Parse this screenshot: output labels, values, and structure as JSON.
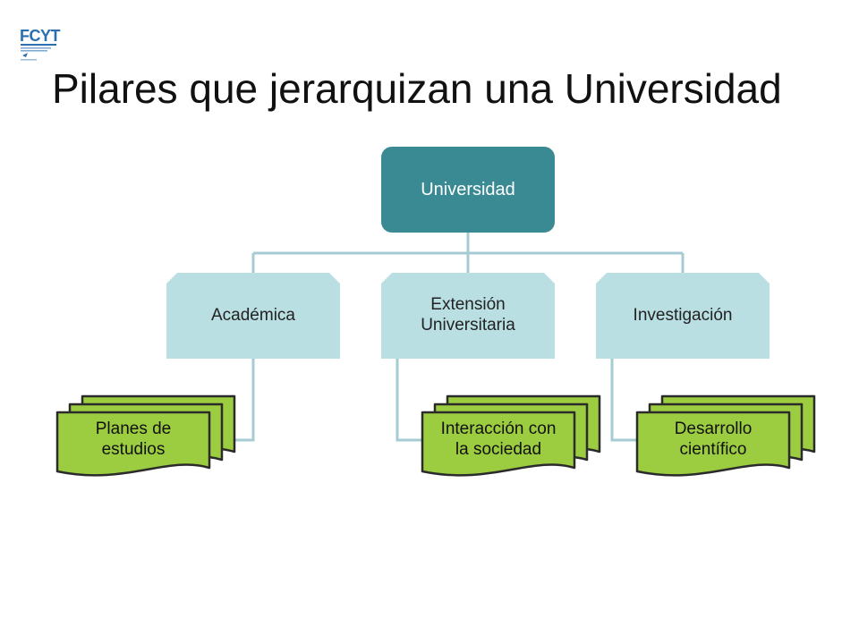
{
  "logo": {
    "text": "FCYT",
    "name": "fcyt-logo"
  },
  "title": "Pilares que jerarquizan una Universidad",
  "diagram": {
    "root": {
      "label": "Universidad"
    },
    "pillars": [
      {
        "label": "Académica",
        "outcome": "Planes de\nestudios"
      },
      {
        "label": "Extensión\nUniversitaria",
        "outcome": "Interacción con\nla sociedad"
      },
      {
        "label": "Investigación",
        "outcome": "Desarrollo\ncientífico"
      }
    ]
  },
  "colors": {
    "root_fill": "#3a8a93",
    "pillar_fill": "#b9dfe3",
    "connector": "#a6cbd2",
    "doc_fill": "#9ccc3f",
    "doc_stroke": "#2b2b2b",
    "title_text": "#111111"
  }
}
